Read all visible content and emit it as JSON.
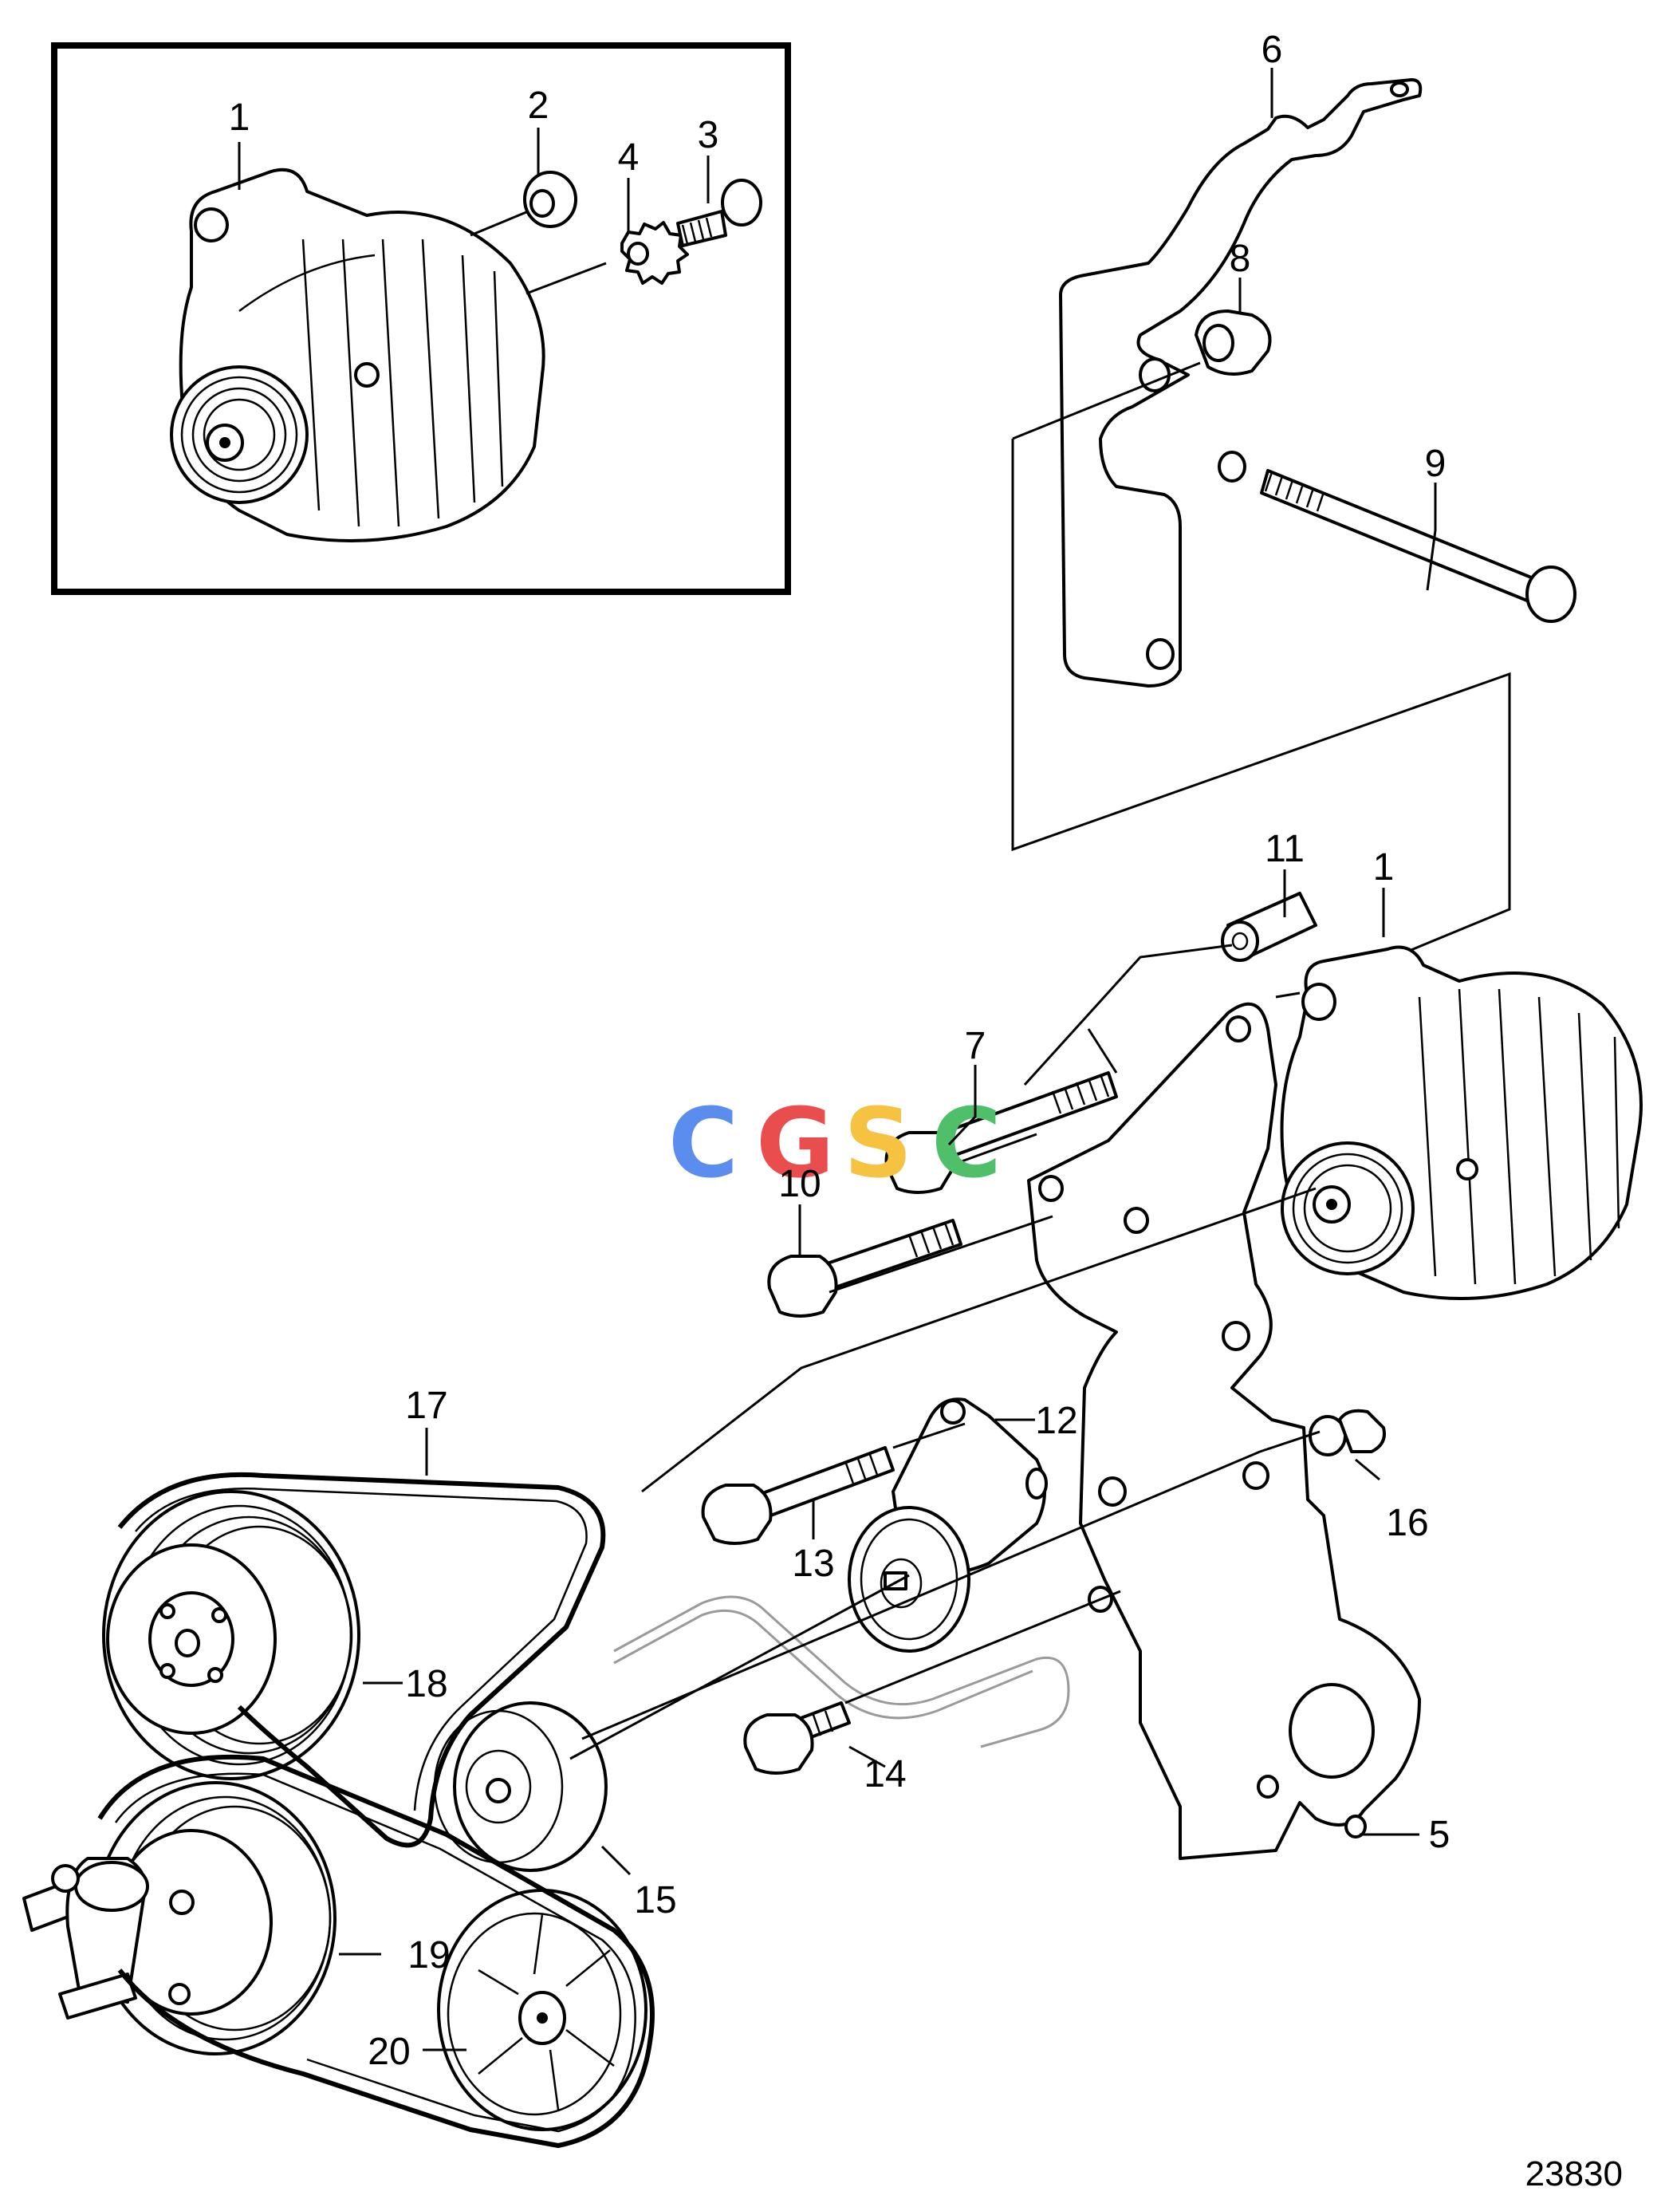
{
  "callouts": {
    "inset_1": "1",
    "inset_2": "2",
    "inset_3": "3",
    "inset_4": "4",
    "c1": "1",
    "c5": "5",
    "c6": "6",
    "c7": "7",
    "c8": "8",
    "c9": "9",
    "c10": "10",
    "c11": "11",
    "c12": "12",
    "c13": "13",
    "c14": "14",
    "c15": "15",
    "c16": "16",
    "c17": "17",
    "c18": "18",
    "c19": "19",
    "c20": "20"
  },
  "watermark": {
    "letters": [
      "C",
      "G",
      "S",
      "C"
    ],
    "colors": [
      "#5b8def",
      "#ea4d4d",
      "#f5c242",
      "#4fbf6a"
    ]
  },
  "figure_number": "23830",
  "colors": {
    "line": "#000000",
    "background": "#ffffff",
    "hidden_line": "#9a9a9a"
  }
}
